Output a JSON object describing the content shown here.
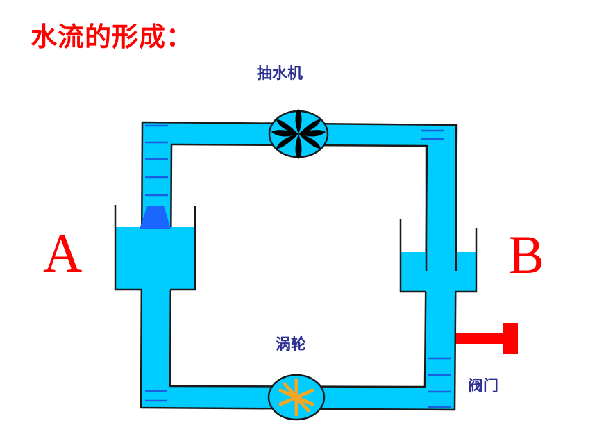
{
  "title": "水流的形成：",
  "labels": {
    "pump": "抽水机",
    "turbine": "涡轮",
    "valve": "阀门",
    "container_a": "A",
    "container_b": "B"
  },
  "colors": {
    "water": "#00ccff",
    "outline": "#1a1a1a",
    "level_marks": "#1a5fe0",
    "nozzle": "#1a66ff",
    "turbine_blades": "#f5a623",
    "valve": "#ff0000",
    "title": "#ff0000",
    "label": "#2e3192"
  }
}
